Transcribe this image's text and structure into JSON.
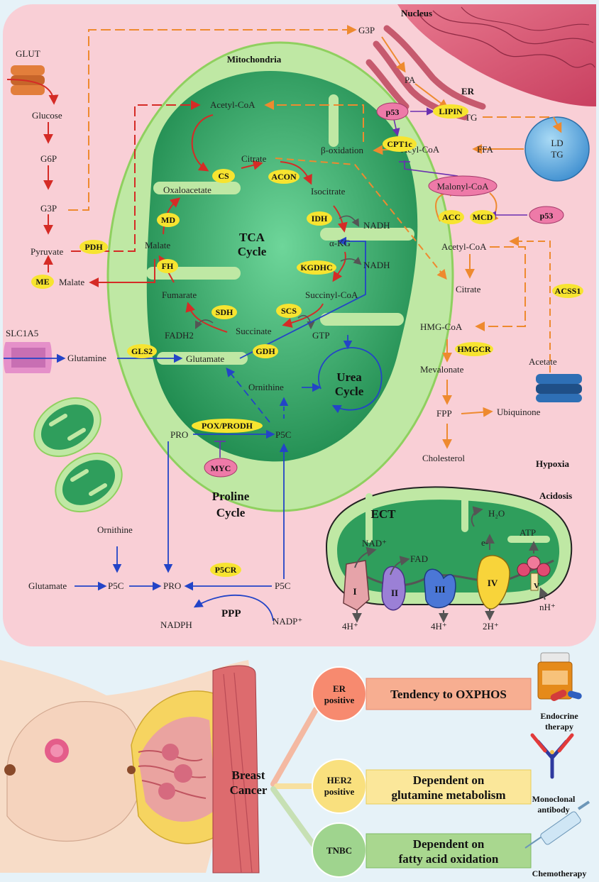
{
  "colors": {
    "cell": "#f9cfd6",
    "background": "#e6f2f8",
    "mito_outer": "#bfe8a4",
    "mito_inner": "#34a867",
    "enzyme_badge": "#f7e430",
    "regulator": "#ee7aa8",
    "red_path": "#d52b26",
    "orange_path": "#ee8a2f",
    "blue_path": "#2344c7",
    "purple_path": "#6a2fb0"
  },
  "regions": {
    "nucleus": "Nucleus",
    "er": "ER",
    "mitochondria": "Mitochondria",
    "ld": [
      "LD",
      "TG"
    ],
    "hypoxia": "Hypoxia",
    "acidosis": "Acidosis",
    "ect": "ECT"
  },
  "transporters": {
    "glut": "GLUT",
    "slc1a5": "SLC1A5"
  },
  "glycolysis": [
    "Glucose",
    "G6P",
    "G3P",
    "Pyruvate",
    "Malate"
  ],
  "lipid": {
    "g3p": "G3P",
    "pa": "PA",
    "tg": "TG",
    "ffa": "FFA",
    "acyl_coa": "Acyl-CoA",
    "beta_ox": "β-oxidation",
    "malonyl_coa": "Malonyl-CoA",
    "acetyl_coa": "Acetyl-CoA",
    "citrate": "Citrate",
    "hmg_coa": "HMG-CoA",
    "mevalonate": "Mevalonate",
    "fpp": "FPP",
    "ubiquinone": "Ubiquinone",
    "cholesterol": "Cholesterol",
    "acetate": "Acetate"
  },
  "tca": {
    "title": [
      "TCA",
      "Cycle"
    ],
    "acetyl_coa": "Acetyl-CoA",
    "citrate": "Citrate",
    "isocitrate": "Isocitrate",
    "nadh1": "NADH",
    "akg": "α-KG",
    "nadh2": "NADH",
    "succinyl_coa": "Succinyl-CoA",
    "succinate": "Succinate",
    "gtp": "GTP",
    "fumarate": "Fumarate",
    "fadh2": "FADH2",
    "malate": "Malate",
    "oxaloacetate": "Oxaloacetate"
  },
  "glutamine": {
    "glutamine": "Glutamine",
    "glutamate": "Glutamate",
    "ornithine": "Ornithine",
    "urea": [
      "Urea",
      "Cycle"
    ],
    "pro": "PRO",
    "p5c": "P5C"
  },
  "enzymes": {
    "pdh": "PDH",
    "me": "ME",
    "cs": "CS",
    "acon": "ACON",
    "idh": "IDH",
    "kgdhc": "KGDHC",
    "scs": "SCS",
    "sdh": "SDH",
    "fh": "FH",
    "md": "MD",
    "gls2": "GLS2",
    "gdh": "GDH",
    "cpt1c": "CPT1c",
    "lipin": "LIPIN",
    "acc": "ACC",
    "mcd": "MCD",
    "acss1": "ACSS1",
    "hmgcr": "HMGCR",
    "pox": "POX/PRODH",
    "p5cr": "P5CR"
  },
  "regulators": {
    "p53_a": "p53",
    "p53_b": "p53",
    "myc": "MYC"
  },
  "proline": {
    "title": [
      "Proline",
      "Cycle"
    ],
    "ornithine": "Ornithine",
    "glutamate": "Glutamate",
    "p5c_a": "P5C",
    "pro": "PRO",
    "p5c_b": "P5C",
    "ppp": "PPP",
    "nadph": "NADPH",
    "nadp": "NADP⁺"
  },
  "ect": {
    "nad": "NAD⁺",
    "fad": "FAD",
    "electron": "e-",
    "h2o": "H₂O",
    "atp": "ATP",
    "complexes": [
      "I",
      "II",
      "III",
      "IV"
    ],
    "h_i": "4H⁺",
    "h_iii": "4H⁺",
    "h_iv": "2H⁺",
    "h_v": "nH⁺"
  },
  "breast": {
    "title": [
      "Breast",
      "Cancer"
    ],
    "subtypes": [
      {
        "name": [
          "ER",
          "positive"
        ],
        "feature": [
          "Tendency to OXPHOS"
        ],
        "therapy": [
          "Endocrine",
          "therapy"
        ]
      },
      {
        "name": [
          "HER2",
          "positive"
        ],
        "feature": [
          "Dependent on",
          "glutamine metabolism"
        ],
        "therapy": [
          "Monoclonal",
          "antibody"
        ]
      },
      {
        "name": [
          "TNBC"
        ],
        "feature": [
          "Dependent on",
          "fatty acid oxidation"
        ],
        "therapy": [
          "Chemotherapy"
        ]
      }
    ]
  }
}
